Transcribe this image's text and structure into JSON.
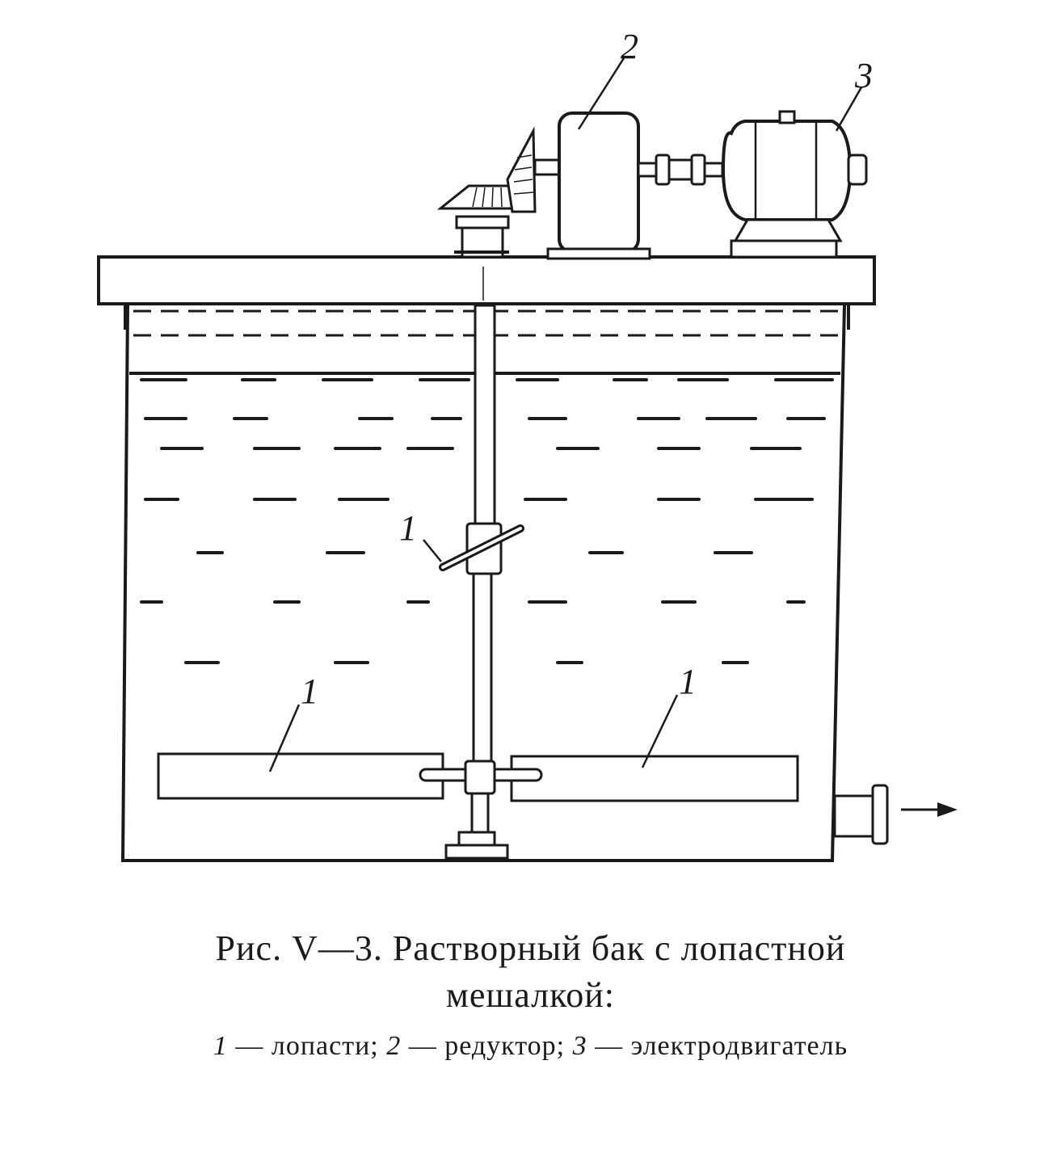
{
  "figure": {
    "callouts": {
      "blade_upper": "1",
      "blade_left": "1",
      "blade_right": "1",
      "reducer": "2",
      "motor": "3"
    },
    "caption_line1": "Рис. V—3. Растворный бак с лопастной",
    "caption_line2": "мешалкой:",
    "legend": [
      {
        "num": "1",
        "text": " — лопасти; "
      },
      {
        "num": "2",
        "text": " — редуктор; "
      },
      {
        "num": "3",
        "text": " — электродвигатель"
      }
    ]
  },
  "colors": {
    "ink": "#1a1a1a",
    "paper": "#ffffff"
  }
}
